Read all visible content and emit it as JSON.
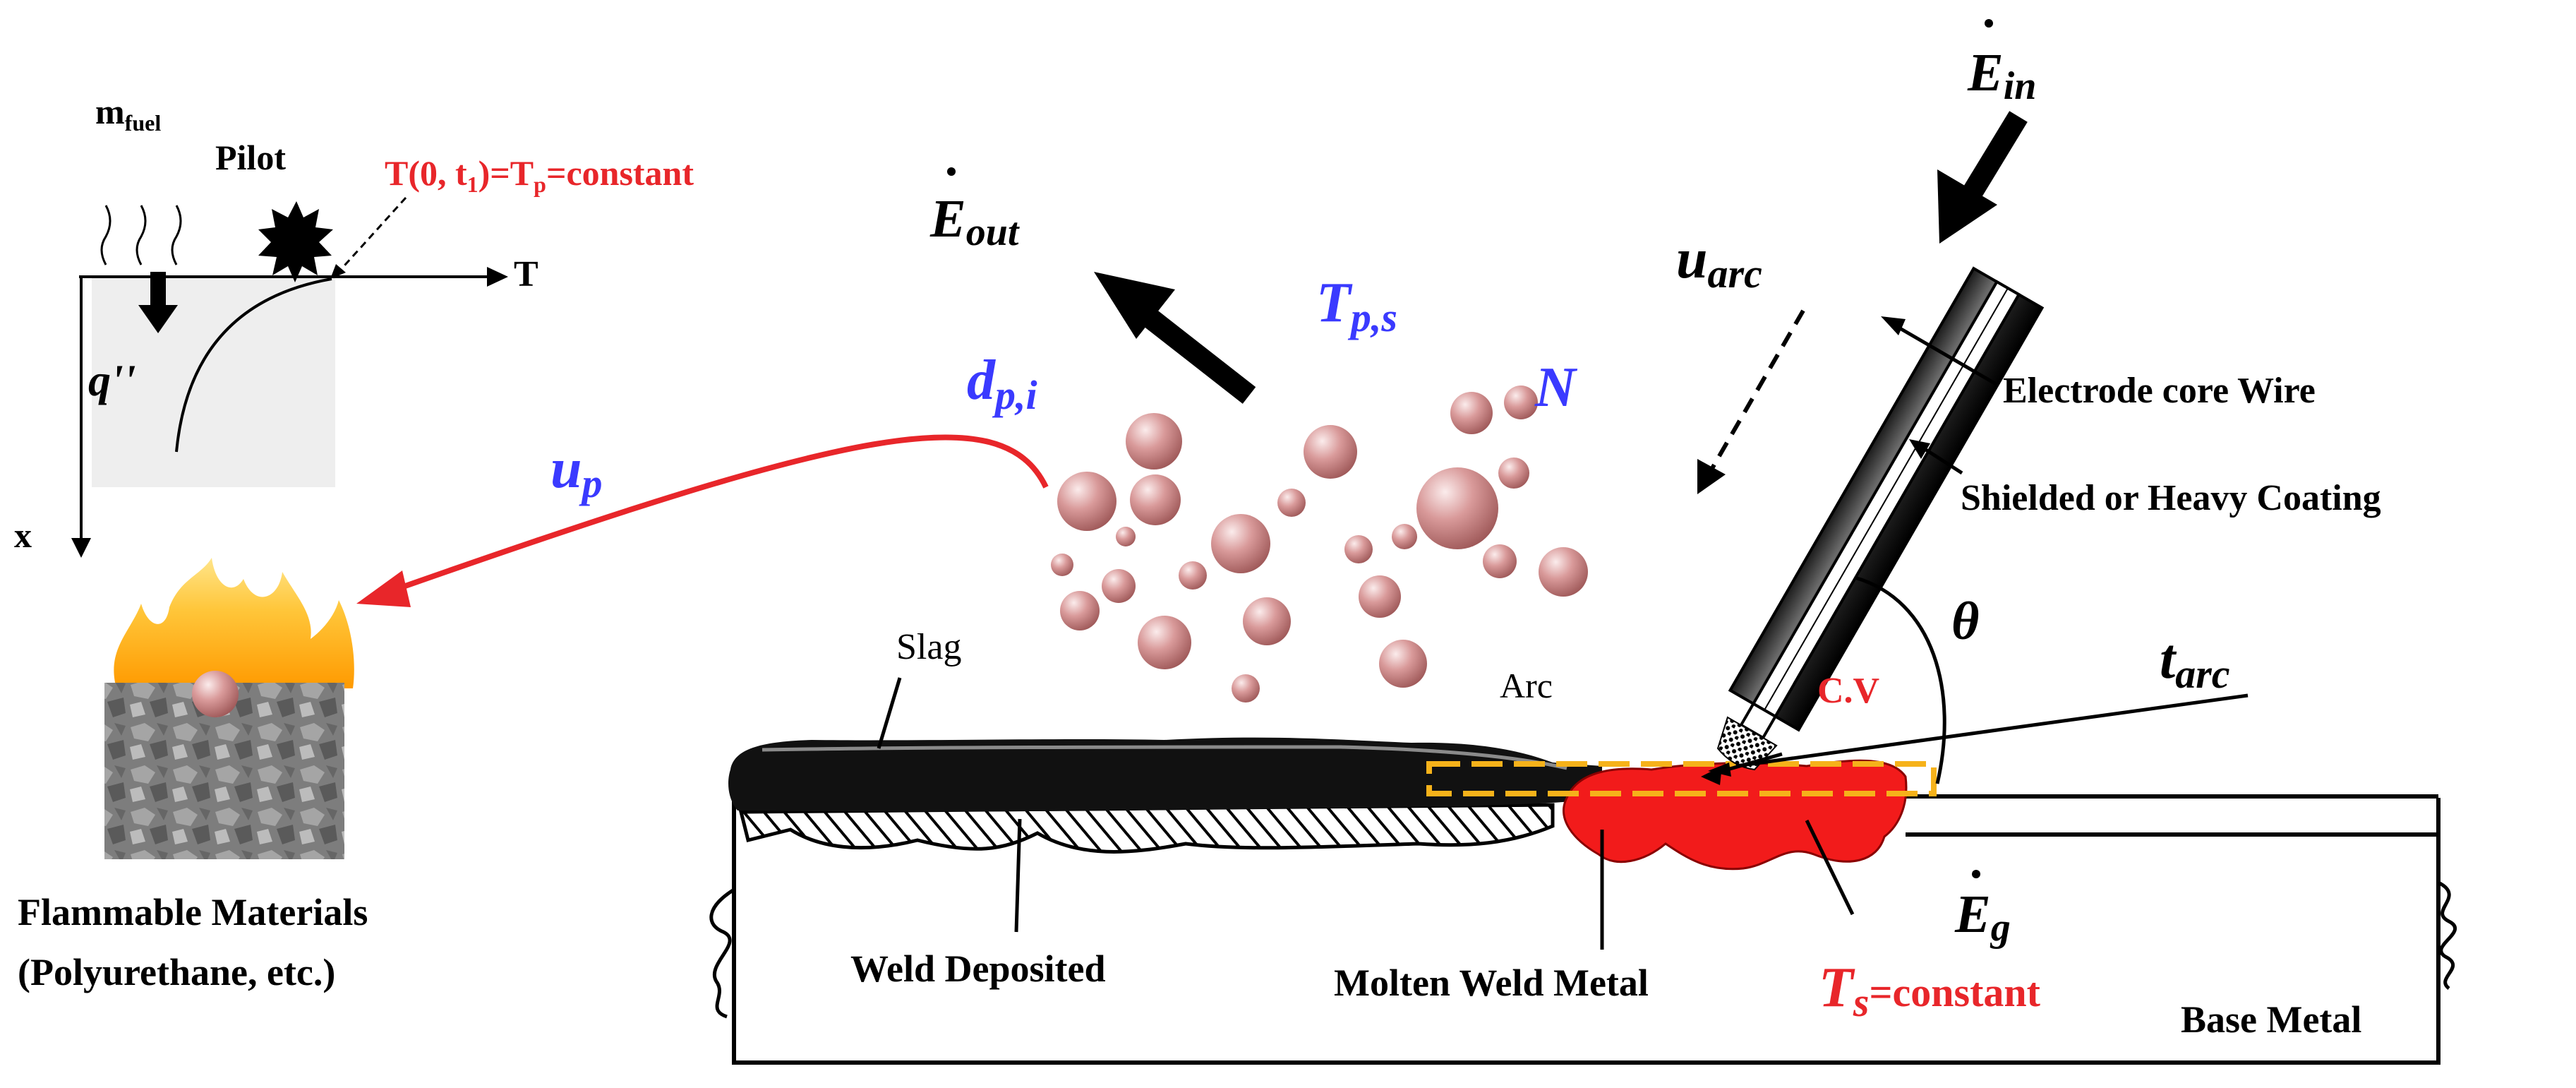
{
  "colors": {
    "red": "#e8262a",
    "blue": "#3a3aff",
    "black": "#000000",
    "molten": "#f21b1b",
    "cv_box": "#f6b21a",
    "gray_panel": "#eeeeee",
    "droplet": "#c98a8a"
  },
  "inset": {
    "fuel_label": "m",
    "fuel_sub": "fuel",
    "pilot_label": "Pilot",
    "boundary_condition": "T(0, t",
    "boundary_sub": "1",
    "boundary_tail": ")=T",
    "boundary_sub2": "p",
    "boundary_end": "=constant",
    "t_axis": "T",
    "x_axis": "x",
    "heat_flux": "q''"
  },
  "particles": {
    "diameter": "d",
    "diameter_sub": "p,i",
    "velocity": "u",
    "velocity_sub": "p",
    "temperature": "T",
    "temperature_sub": "p,s",
    "count": "N"
  },
  "energy": {
    "e_out": "E",
    "e_out_sub": "out",
    "e_in": "E",
    "e_in_sub": "in",
    "e_g": "E",
    "e_g_sub": "g"
  },
  "electrode": {
    "arc_speed": "u",
    "arc_speed_sub": "arc",
    "core_wire": "Electrode core Wire",
    "coating": "Shielded or Heavy Coating",
    "angle": "θ",
    "arc_time": "t",
    "arc_time_sub": "arc",
    "arc_label": "Arc",
    "cv_label": "C.V"
  },
  "weld": {
    "slag": "Slag",
    "weld_deposited": "Weld Deposited",
    "molten": "Molten Weld Metal",
    "surface_temp": "T",
    "surface_temp_sub": "s",
    "surface_temp_tail": "=constant",
    "base_metal": "Base Metal"
  },
  "materials": {
    "line1": "Flammable Materials",
    "line2": "(Polyurethane, etc.)"
  }
}
